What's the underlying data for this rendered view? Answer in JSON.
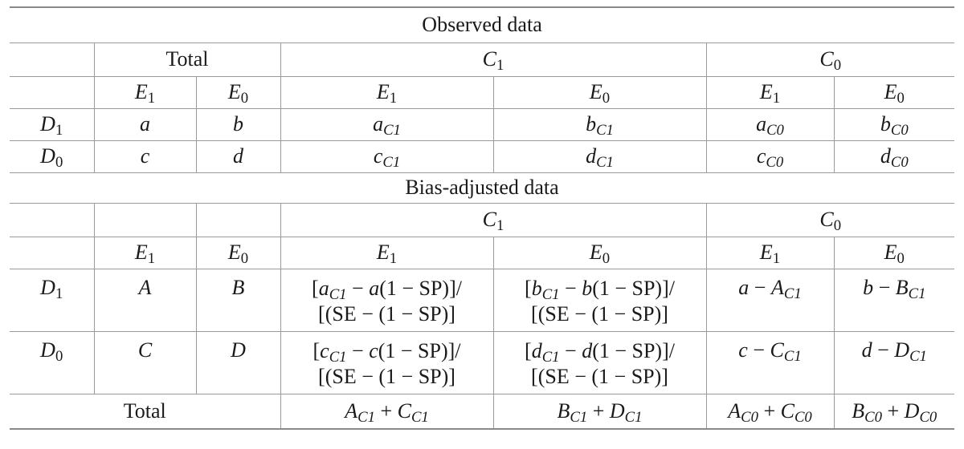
{
  "observed_title": "Observed data",
  "adjusted_title": "Bias-adjusted data",
  "total": "Total",
  "sub_one": "1",
  "sub_zero": "0",
  "sub_c1": "C1",
  "sub_c0": "C0",
  "sym": {
    "C": "C",
    "E": "E",
    "D": "D",
    "a": "a",
    "b": "b",
    "c": "c",
    "d": "d",
    "A": "A",
    "B": "B",
    "Cc": "C",
    "Dd": "D"
  },
  "formula": {
    "open": "[",
    "minus_paren": " − ",
    "times_open": "(1 − SP)]/",
    "denominator": "[(SE − (1 − SP)]",
    "minus": " − ",
    "plus": " + "
  }
}
